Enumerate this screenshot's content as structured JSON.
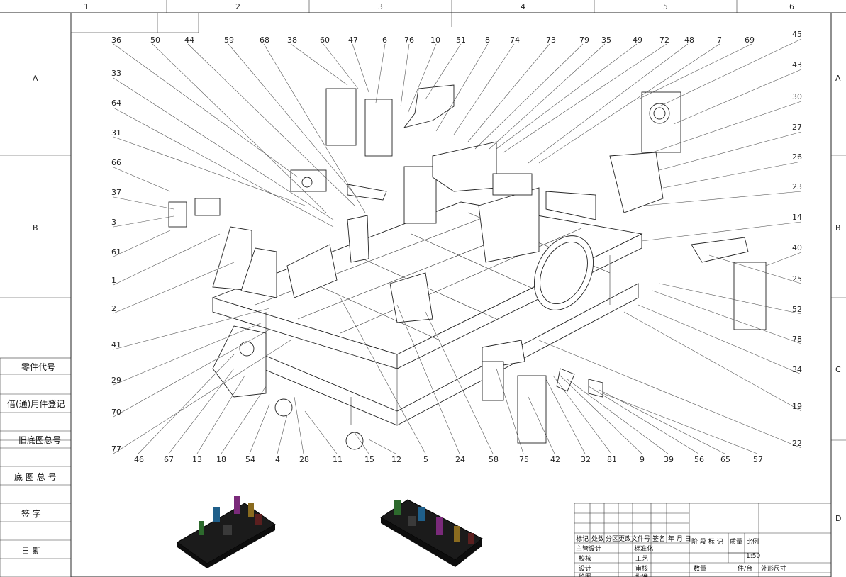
{
  "zones_top": [
    "1",
    "2",
    "3",
    "4",
    "5",
    "6"
  ],
  "zones_side": [
    "A",
    "B",
    "C",
    "D"
  ],
  "side_table": [
    "零件代号",
    "借(通)用件登记",
    "旧底图总号",
    "底 图 总 号",
    "签   字",
    "日   期"
  ],
  "top_labels": [
    "36",
    "50",
    "44",
    "59",
    "68",
    "38",
    "60",
    "47",
    "6",
    "76",
    "10",
    "51",
    "8",
    "74",
    "73",
    "79",
    "35",
    "49",
    "72",
    "48",
    "7",
    "69"
  ],
  "left_labels": [
    "33",
    "64",
    "31",
    "66",
    "37",
    "3",
    "61",
    "1",
    "2",
    "41",
    "29",
    "70",
    "77"
  ],
  "right_labels": [
    "45",
    "43",
    "30",
    "27",
    "26",
    "23",
    "14",
    "40",
    "25",
    "52",
    "78",
    "34",
    "19",
    "22"
  ],
  "bottom_labels": [
    "46",
    "67",
    "13",
    "18",
    "54",
    "4",
    "28",
    "11",
    "15",
    "12",
    "5",
    "24",
    "58",
    "75",
    "42",
    "32",
    "81",
    "9",
    "39",
    "56",
    "65",
    "57"
  ],
  "title_block": {
    "header_row": [
      "标记",
      "处数",
      "分区",
      "更改文件号",
      "签名",
      "年 月 日"
    ],
    "rows": [
      "主管设计",
      "校核",
      "设计",
      "绘图"
    ],
    "mid": [
      "标准化",
      "工艺",
      "审核",
      "批准"
    ],
    "stage": [
      "阶 段 标 记",
      "质量",
      "比例"
    ],
    "scale": "1:50",
    "qty_label": "数量",
    "unit_label": "件/台",
    "size_label": "外形尺寸"
  }
}
